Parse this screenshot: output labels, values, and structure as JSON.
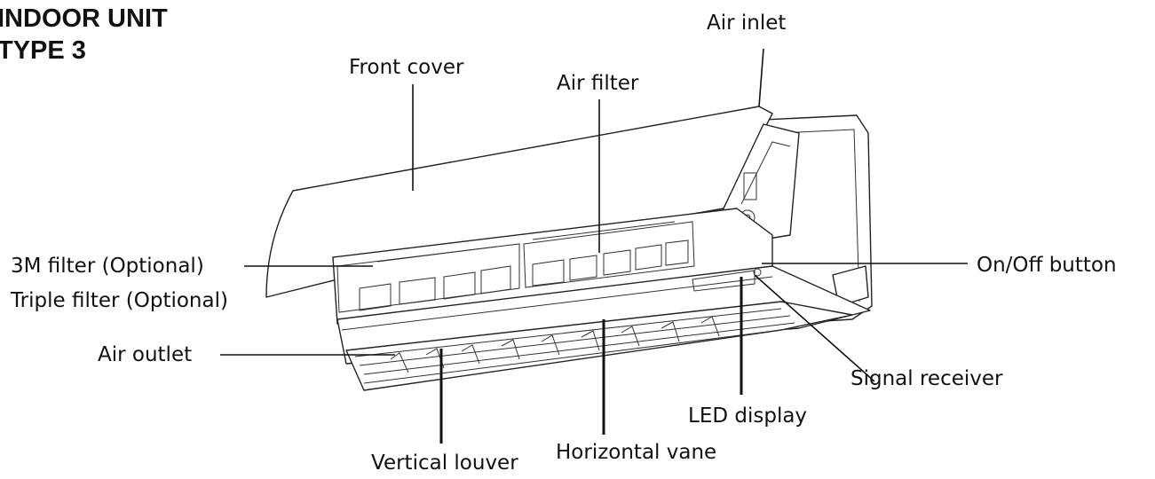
{
  "heading": {
    "line1": "INDOOR UNIT",
    "line2": "TYPE 3"
  },
  "labels": {
    "air_inlet": "Air inlet",
    "front_cover": "Front cover",
    "air_filter": "Air filter",
    "filter_3m": "3M filter (Optional)",
    "triple_filter": "Triple filter (Optional)",
    "on_off_button": "On/Off button",
    "air_outlet": "Air outlet",
    "signal_receiver": "Signal receiver",
    "led_display": "LED display",
    "vertical_louver": "Vertical louver",
    "horizontal_vane": "Horizontal vane"
  }
}
